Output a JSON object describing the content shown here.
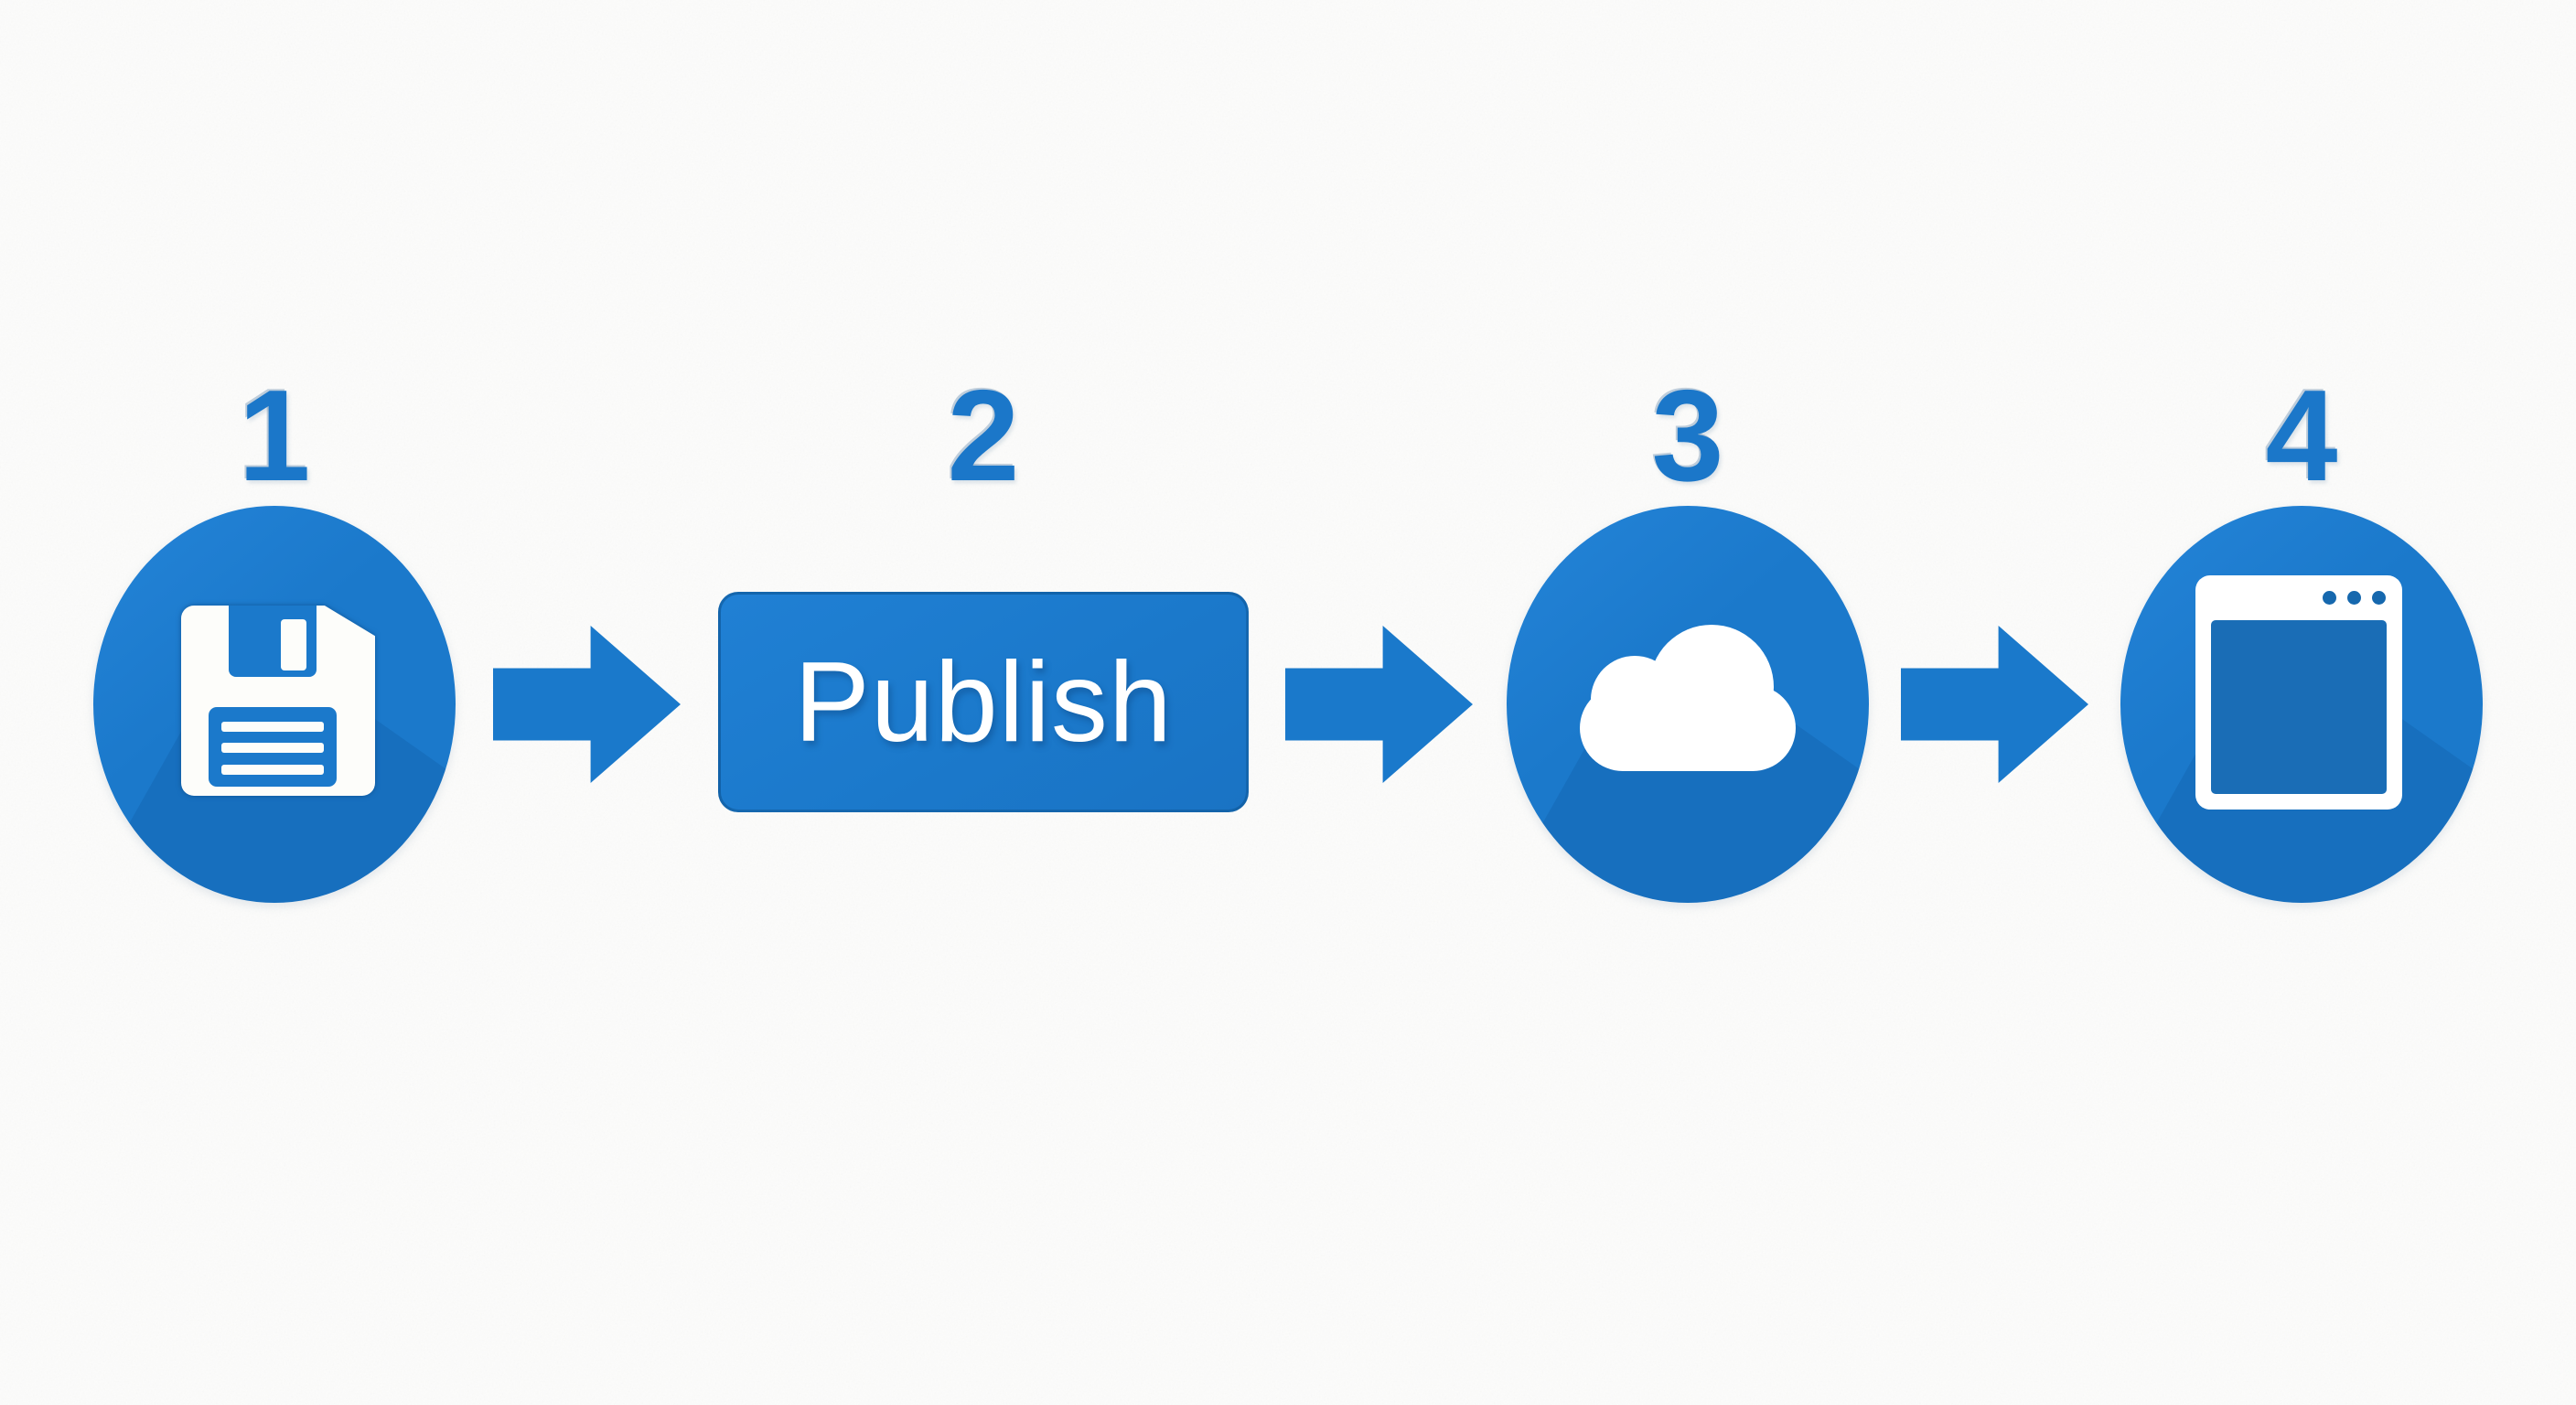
{
  "steps": [
    {
      "number": "1",
      "icon": "save-icon"
    },
    {
      "number": "2",
      "label": "Publish"
    },
    {
      "number": "3",
      "icon": "cloud-icon"
    },
    {
      "number": "4",
      "icon": "browser-window-icon"
    }
  ],
  "colors": {
    "primary_blue": "#1b79cb",
    "dark_blue": "#1668ae",
    "arrow_blue": "#1a79cb",
    "number_blue": "#1b77c9",
    "window_content_blue": "#1a6db6",
    "icon_white": "#ffffff",
    "background": "#fcfcfb"
  }
}
